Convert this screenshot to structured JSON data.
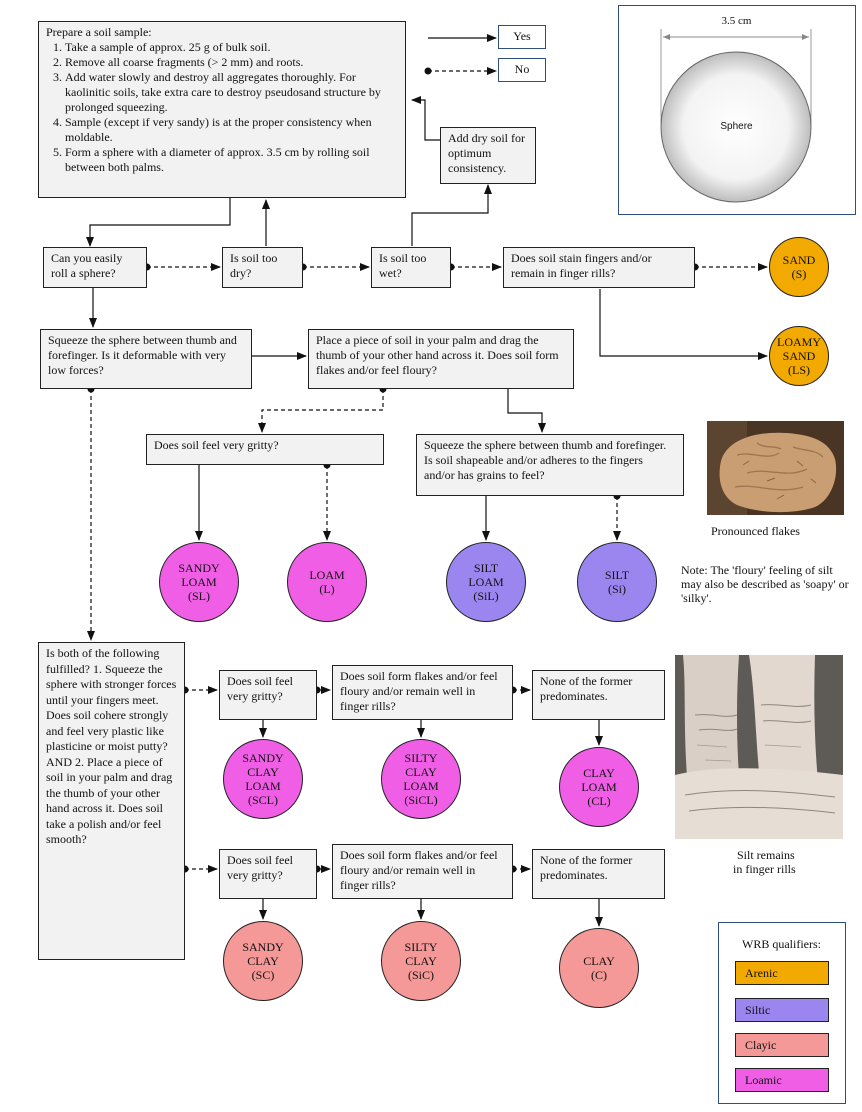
{
  "key": {
    "yes": "Yes",
    "no": "No"
  },
  "sphere_panel": {
    "dimension": "3.5 cm",
    "label": "Sphere"
  },
  "prepare": {
    "title": "Prepare a soil sample:",
    "steps": [
      "Take a sample of approx. 25 g of  bulk soil.",
      "Remove all coarse fragments (> 2 mm) and roots.",
      "Add water slowly and destroy all aggregates  thoroughly. For kaolinitic soils, take extra care to destroy pseudosand structure by prolonged squeezing.",
      "Sample (except if very sandy) is at the proper consistency when moldable.",
      "Form a sphere with a diameter of approx. 3.5 cm by rolling  soil between both palms."
    ]
  },
  "boxes": {
    "add_dry": "Add dry soil for optimum consistency.",
    "roll": "Can you easily roll a sphere?",
    "too_dry": "Is soil too dry?",
    "too_wet": "Is soil too wet?",
    "stain": "Does soil stain fingers and/or remain in finger rills?",
    "squeeze_low": "Squeeze the sphere between thumb and forefinger.  Is it deformable with very low forces?",
    "palm_drag": "Place a piece of soil in your palm and drag the thumb of your other hand across it. Does soil form flakes and/or feel floury?",
    "very_gritty_1": "Does soil feel very gritty?",
    "shapeable": "Squeeze the sphere between thumb and forefinger.  Is soil shapeable and/or adheres to the fingers and/or has grains to feel?",
    "both_fulfilled": "Is both of the following  fulfilled? 1. Squeeze the sphere with stronger forces until your fingers meet. Does soil cohere strongly and feel very plastic like plasticine or moist putty? AND 2. Place a piece of soil in your palm and drag the thumb of your other hand across it. Does soil take a polish and/or feel smooth?",
    "gritty_a": "Does soil feel very gritty?",
    "flakes_a": "Does soil form flakes and/or feel floury and/or remain well in finger rills?",
    "none_a": "None of the former predominates.",
    "gritty_b": "Does soil feel very gritty?",
    "flakes_b": "Does soil form flakes and/or feel floury and/or remain well in finger rills?",
    "none_b": "None of the former predominates."
  },
  "classes": {
    "sand": [
      "SAND",
      "(S)"
    ],
    "loamy_sand": [
      "LOAMY",
      "SAND",
      "(LS)"
    ],
    "sandy_loam": [
      "SANDY",
      "LOAM",
      "(SL)"
    ],
    "loam": [
      "LOAM",
      "(L)"
    ],
    "silt_loam": [
      "SILT",
      "LOAM",
      "(SiL)"
    ],
    "silt": [
      "SILT",
      "(Si)"
    ],
    "sandy_clay_loam": [
      "SANDY",
      "CLAY",
      "LOAM",
      "(SCL)"
    ],
    "silty_clay_loam": [
      "SILTY",
      "CLAY",
      "LOAM",
      "(SiCL)"
    ],
    "clay_loam": [
      "CLAY",
      "LOAM",
      "(CL)"
    ],
    "sandy_clay": [
      "SANDY",
      "CLAY",
      "(SC)"
    ],
    "silty_clay": [
      "SILTY",
      "CLAY",
      "(SiC)"
    ],
    "clay": [
      "CLAY",
      "(C)"
    ]
  },
  "captions": {
    "flakes": "Pronounced flakes",
    "note": "Note: The 'floury' feeling of silt may also be described as 'soapy' or 'silky'.",
    "rills_1": "Silt remains",
    "rills_2": "in finger rills"
  },
  "legend": {
    "title": "WRB qualifiers:",
    "items": [
      {
        "label": "Arenic",
        "color": "#f2a900"
      },
      {
        "label": "Siltic",
        "color": "#9b86f0"
      },
      {
        "label": "Clayic",
        "color": "#f59898"
      },
      {
        "label": "Loamic",
        "color": "#f05ee6"
      }
    ]
  },
  "colors": {
    "arenic": "#f2a900",
    "siltic": "#9b86f0",
    "clayic": "#f59898",
    "loamic": "#f05ee6",
    "panel_border": "#2f4f7f"
  }
}
